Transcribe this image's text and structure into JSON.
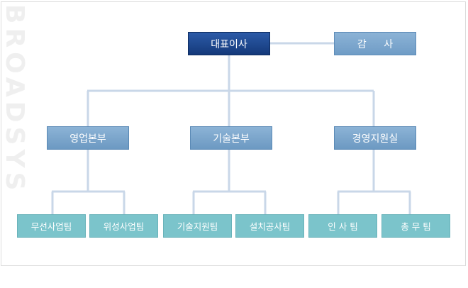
{
  "watermark": "BROADSYS",
  "org": {
    "ceo": "대표이사",
    "audit": "감 사",
    "divisions": [
      "영업본부",
      "기술본부",
      "경영지원실"
    ],
    "teams": [
      "무선사업팀",
      "위성사업팀",
      "기술지원팀",
      "설치공사팀",
      "인 사 팀",
      "총 무 팀"
    ]
  },
  "colors": {
    "ceo": "#1d478f",
    "audit": "#7ea8d0",
    "division": "#7ba7cf",
    "team": "#7bc4cb",
    "connector": "#c9d7e8"
  }
}
